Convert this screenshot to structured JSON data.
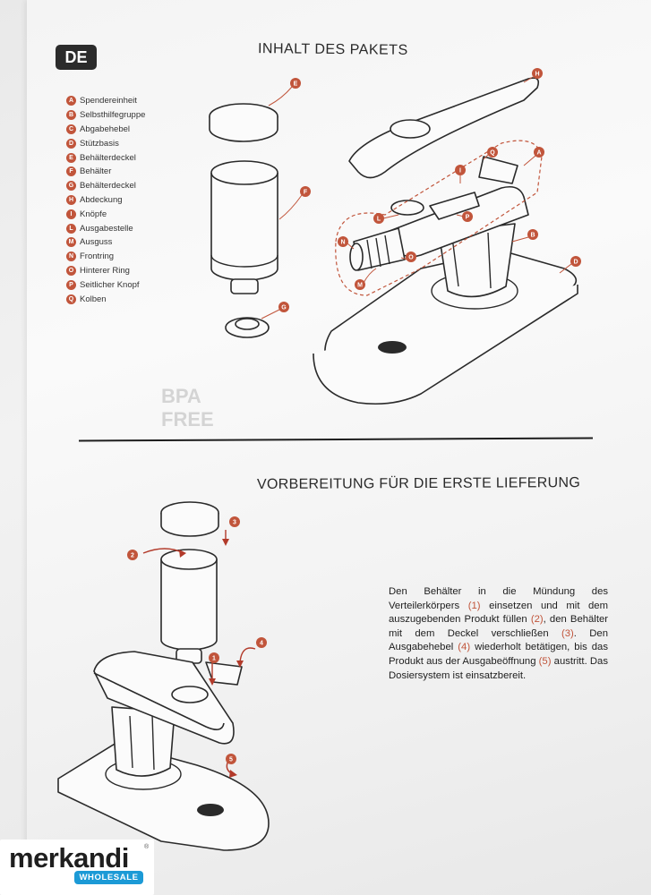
{
  "language_badge": "DE",
  "section1": {
    "title": "INHALT DES PAKETS",
    "parts": [
      {
        "letter": "A",
        "label": "Spendereinheit"
      },
      {
        "letter": "B",
        "label": "Selbsthilfegruppe"
      },
      {
        "letter": "C",
        "label": "Abgabehebel"
      },
      {
        "letter": "D",
        "label": "Stützbasis"
      },
      {
        "letter": "E",
        "label": "Behälterdeckel"
      },
      {
        "letter": "F",
        "label": "Behälter"
      },
      {
        "letter": "G",
        "label": "Behälterdeckel"
      },
      {
        "letter": "H",
        "label": "Abdeckung"
      },
      {
        "letter": "I",
        "label": "Knöpfe"
      },
      {
        "letter": "L",
        "label": "Ausgabestelle"
      },
      {
        "letter": "M",
        "label": "Ausguss"
      },
      {
        "letter": "N",
        "label": "Frontring"
      },
      {
        "letter": "O",
        "label": "Hinterer Ring"
      },
      {
        "letter": "P",
        "label": "Seitlicher Knopf"
      },
      {
        "letter": "Q",
        "label": "Kolben"
      }
    ]
  },
  "section2": {
    "title": "VORBEREITUNG FÜR DIE ERSTE LIEFERUNG",
    "instructions": [
      {
        "t": "Den Behälter in die Mündung des Verteilerkörpers "
      },
      {
        "t": "(1)",
        "num": true
      },
      {
        "t": " einsetzen und mit dem auszugebenden Produkt füllen "
      },
      {
        "t": "(2)",
        "num": true
      },
      {
        "t": ", den Behälter mit dem Deckel verschließen "
      },
      {
        "t": "(3)",
        "num": true
      },
      {
        "t": ". Den Ausgabehebel "
      },
      {
        "t": "(4)",
        "num": true
      },
      {
        "t": " wiederholt betätigen, bis das Produkt aus der Ausgabeöffnung "
      },
      {
        "t": "(5)",
        "num": true
      },
      {
        "t": " austritt. Das Dosiersystem ist einsatzbereit."
      }
    ]
  },
  "diagram1_callouts": [
    "A",
    "B",
    "D",
    "E",
    "F",
    "G",
    "H",
    "I",
    "L",
    "M",
    "N",
    "O",
    "P",
    "Q"
  ],
  "diagram2_callouts": [
    "1",
    "2",
    "3",
    "4",
    "5"
  ],
  "watermark": {
    "brand": "merkandi",
    "badge": "WHOLESALE",
    "registered": "®"
  },
  "colors": {
    "accent": "#c1553b",
    "badge_blue": "#1c9ad6",
    "ink": "#2a2a2a"
  }
}
